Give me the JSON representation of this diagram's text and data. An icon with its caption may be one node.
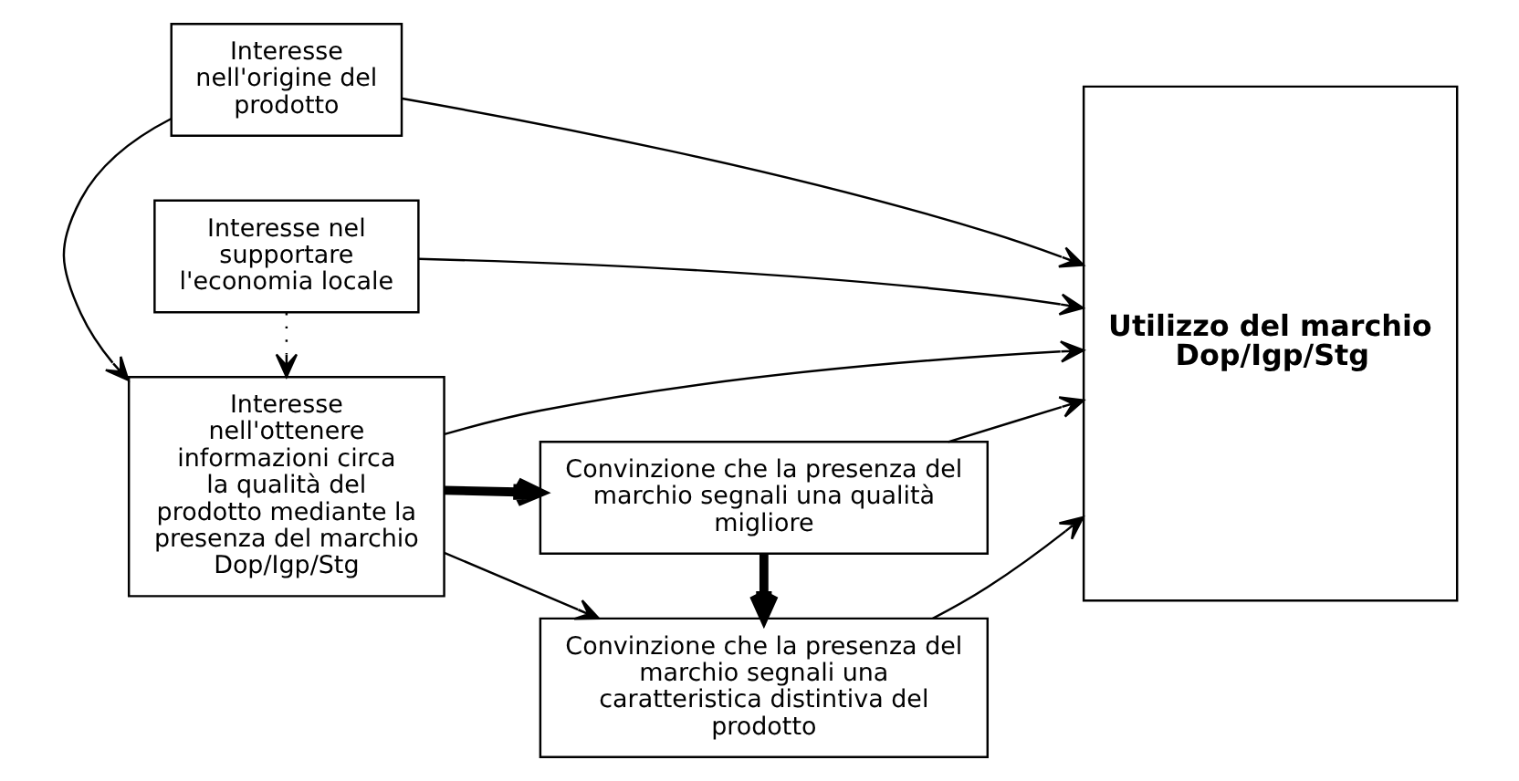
{
  "diagram": {
    "nodes": [
      {
        "text": [
          "Interesse nell'origine del prodotto"
        ]
      },
      {
        "text": [
          "Interesse nell'ottenere informazioni circa la qualità del prodotto mediante la presenza del marchio Dop/Igp/Stg"
        ]
      },
      {
        "text": [
          "Convinzione che la presenza del marchio segnali una qualità migliore"
        ]
      },
      {
        "text": [
          "Convinzione che la presenza del marchio segnali una caratteristica distintiva del prodotto"
        ]
      },
      {
        "text": [
          "Interesse nel supportare l'economia locale"
        ]
      },
      {
        "text": [
          "Utilizzo del marchio Dop/Igp/Stg"
        ]
      }
    ],
    "edges": [
      {
        "from": 0,
        "to": 5,
        "arrow": "to"
      },
      {
        "from": 0,
        "to": 1,
        "arrow": "to"
      },
      {
        "from": 1,
        "to": 2,
        "arrow": "to",
        "style": "thick"
      },
      {
        "from": 2,
        "to": 5,
        "arrow": "to"
      },
      {
        "from": 2,
        "to": 3,
        "arrow": "to",
        "style": "thick"
      },
      {
        "from": 1,
        "to": 3,
        "arrow": "to"
      },
      {
        "from": 3,
        "to": 5,
        "arrow": "to"
      },
      {
        "from": 1,
        "to": 5,
        "arrow": "to"
      },
      {
        "from": 4,
        "to": 1,
        "arrow": "to",
        "style": "dashed"
      },
      {
        "from": 4,
        "to": 5,
        "arrow": "to"
      }
    ]
  }
}
